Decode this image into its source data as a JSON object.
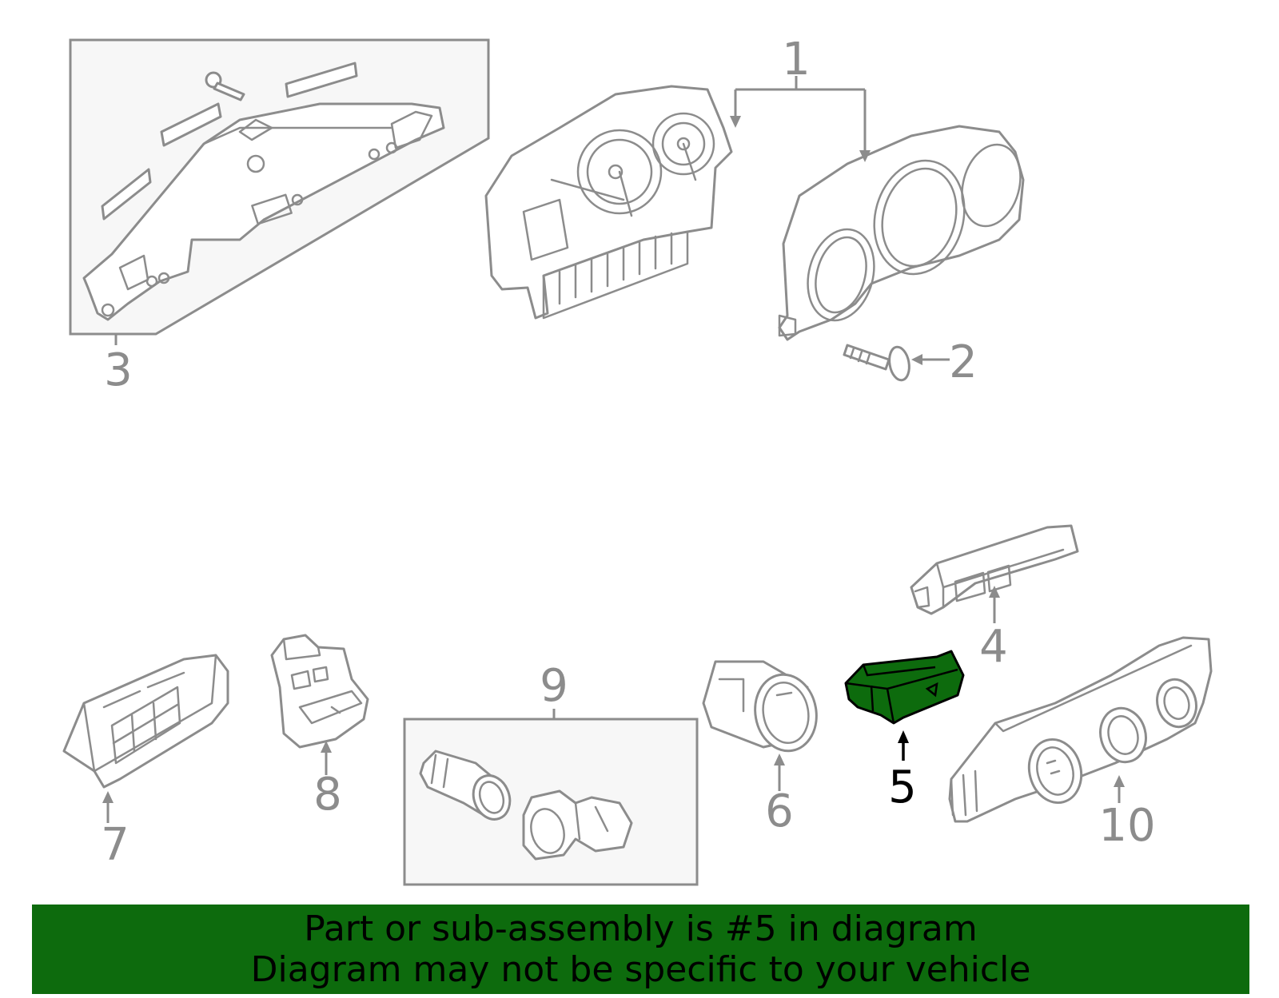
{
  "callouts": {
    "c1": "1",
    "c2": "2",
    "c3": "3",
    "c4": "4",
    "c5": "5",
    "c6": "6",
    "c7": "7",
    "c8": "8",
    "c9": "9",
    "c10": "10"
  },
  "highlight": {
    "part_number": "5",
    "color": "#0d6b0d"
  },
  "banner": {
    "line1": "Part or sub-assembly is #5 in diagram",
    "line2": "Diagram may not be specific to your vehicle",
    "background_color": "#0d6b0d"
  }
}
